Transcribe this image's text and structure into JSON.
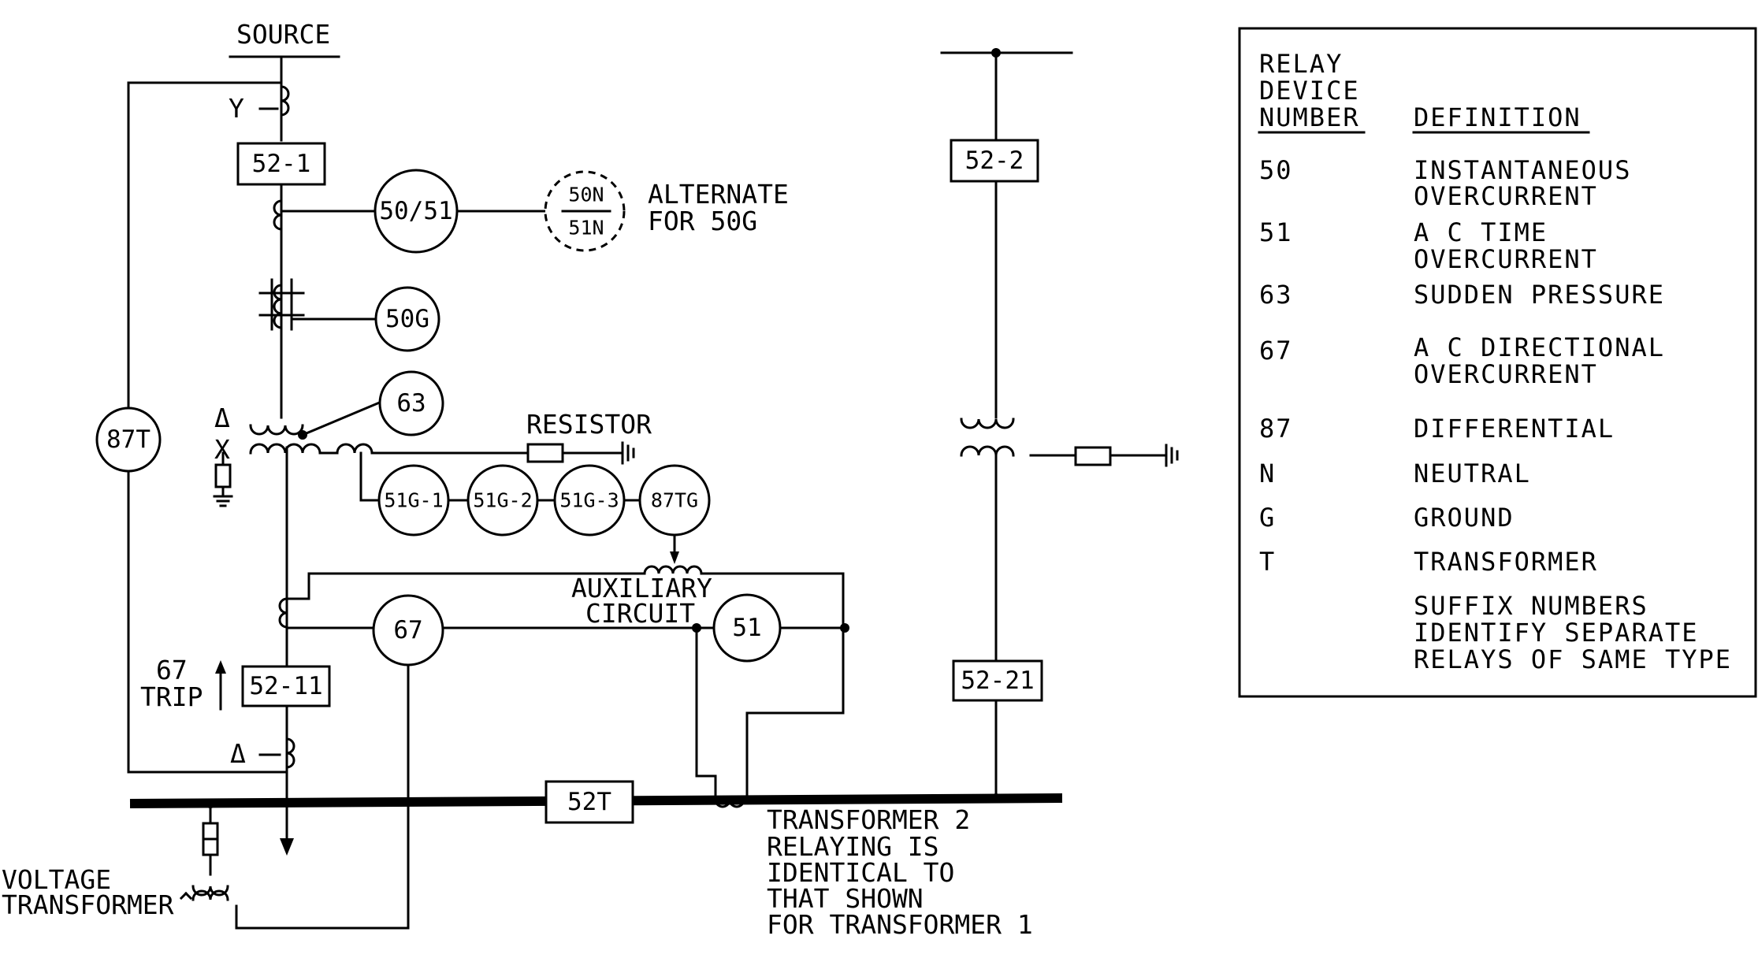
{
  "labels": {
    "source": "SOURCE",
    "y": "Y",
    "delta_top": "Δ",
    "x": "X",
    "delta_bottom": "Δ",
    "alternate": [
      "ALTERNATE",
      "FOR 50G"
    ],
    "resistor": "RESISTOR",
    "auxiliary": [
      "AUXILIARY",
      "CIRCUIT"
    ],
    "trip": [
      "67",
      "TRIP"
    ],
    "voltage_transformer": [
      "VOLTAGE",
      "TRANSFORMER"
    ],
    "transformer2_note": [
      "TRANSFORMER 2",
      "RELAYING IS",
      "IDENTICAL TO",
      "THAT SHOWN",
      "FOR TRANSFORMER 1"
    ]
  },
  "breakers": {
    "b52_1": "52-1",
    "b52_11": "52-11",
    "b52t": "52T",
    "b52_2": "52-2",
    "b52_21": "52-21"
  },
  "relays": {
    "r50_51": "50/51",
    "r50n": "50N",
    "r51n": "51N",
    "r50g": "50G",
    "r63": "63",
    "r87t": "87T",
    "r51g1": "51G-1",
    "r51g2": "51G-2",
    "r51g3": "51G-3",
    "r87tg": "87TG",
    "r67": "67",
    "r51": "51"
  },
  "legend": {
    "header_col1": [
      "RELAY",
      "DEVICE",
      "NUMBER"
    ],
    "header_col2": "DEFINITION",
    "rows": [
      {
        "num": "50",
        "def": [
          "INSTANTANEOUS",
          "OVERCURRENT"
        ]
      },
      {
        "num": "51",
        "def": [
          "A C TIME",
          "OVERCURRENT"
        ]
      },
      {
        "num": "63",
        "def": [
          "SUDDEN PRESSURE"
        ]
      },
      {
        "num": "67",
        "def": [
          "A C DIRECTIONAL",
          "OVERCURRENT"
        ]
      },
      {
        "num": "87",
        "def": [
          "DIFFERENTIAL"
        ]
      },
      {
        "num": "N",
        "def": [
          "NEUTRAL"
        ]
      },
      {
        "num": "G",
        "def": [
          "GROUND"
        ]
      },
      {
        "num": "T",
        "def": [
          "TRANSFORMER"
        ]
      },
      {
        "num": "",
        "def": [
          "SUFFIX NUMBERS",
          "IDENTIFY SEPARATE",
          "RELAYS OF SAME TYPE"
        ]
      }
    ]
  }
}
